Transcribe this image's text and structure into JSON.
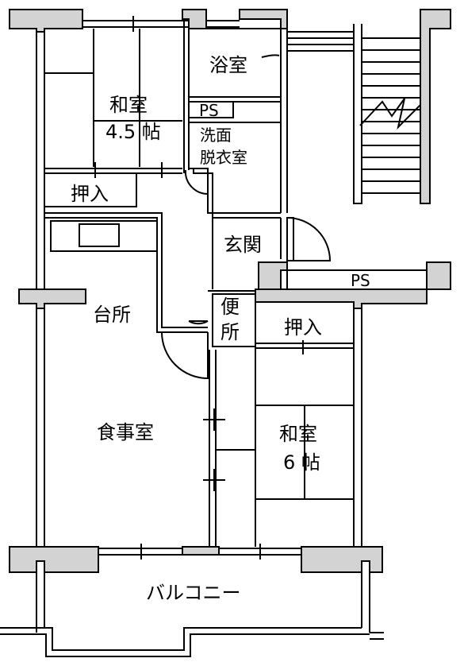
{
  "rooms": {
    "washitsu_small": {
      "name": "和室",
      "size": "4.5 帖"
    },
    "bath": "浴室",
    "ps_bath": "PS",
    "washroom": {
      "line1": "洗面",
      "line2": "脱衣室"
    },
    "closet_top": "押入",
    "entrance": "玄関",
    "ps_corridor": "PS",
    "kitchen": "台所",
    "toilet": {
      "line1": "便",
      "line2": "所"
    },
    "closet_right": "押入",
    "dining": "食事室",
    "washitsu_large": {
      "name": "和室",
      "size": "6 帖"
    },
    "balcony": "バルコニー"
  },
  "colors": {
    "wall_fill": "#d3d3d3",
    "line": "#000000",
    "background": "#ffffff"
  }
}
